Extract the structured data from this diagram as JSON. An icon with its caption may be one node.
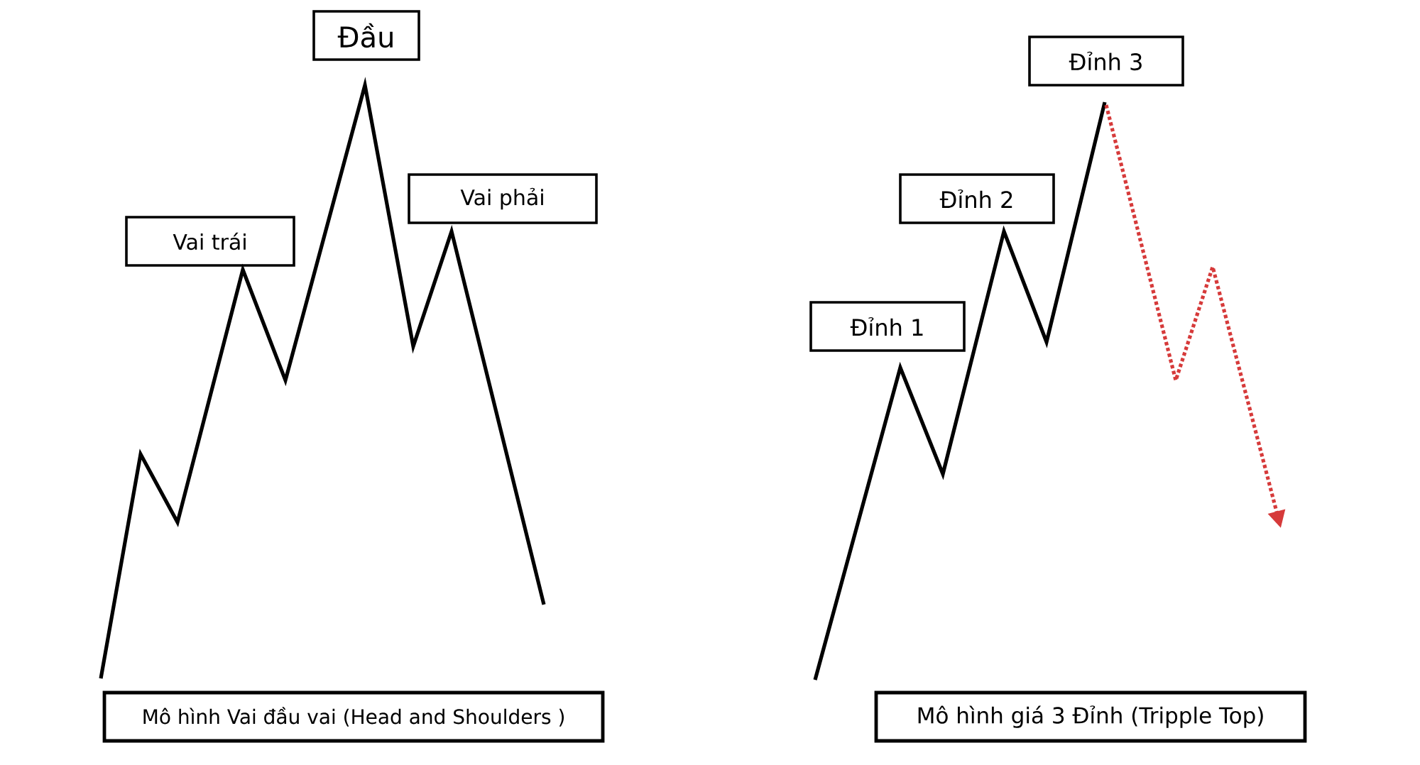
{
  "diagram": {
    "nodes": [
      {
        "text": [
          "Đầu"
        ]
      },
      {
        "text": [
          "Vai phải"
        ]
      },
      {
        "text": [
          "Vai trái"
        ]
      },
      {
        "text": [
          "Mô hình Vai đầu vai (Head and Shoulders )"
        ]
      },
      {
        "text": [
          "Đỉnh 3"
        ]
      },
      {
        "text": [
          "Đỉnh 2"
        ]
      },
      {
        "text": [
          "Đỉnh 1"
        ]
      },
      {
        "text": [
          "Mô hình giá 3 Đỉnh (Tripple Top)"
        ]
      }
    ]
  }
}
